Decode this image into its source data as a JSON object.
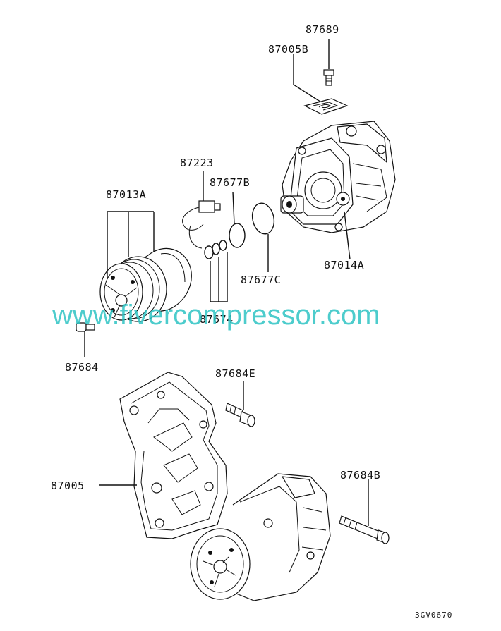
{
  "labels": {
    "p87689": "87689",
    "p87005B": "87005B",
    "p87223": "87223",
    "p87677B": "87677B",
    "p87013A": "87013A",
    "p87014A": "87014A",
    "p87677C": "87677C",
    "p87674": "87674",
    "p87684": "87684",
    "p87684E": "87684E",
    "p87005": "87005",
    "p87684B": "87684B"
  },
  "diagram_code": "3GV0670",
  "watermark": {
    "text": "www.fivercompressor.com",
    "color": "#2ec4c4"
  }
}
